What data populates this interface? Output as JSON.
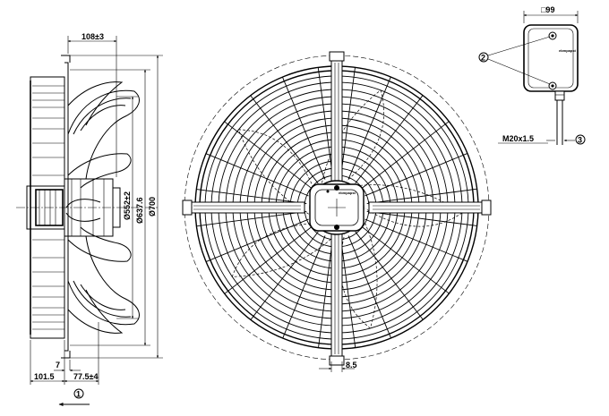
{
  "dimensions": {
    "depth_top": "108±3",
    "dia_552": "Ø552±2",
    "dia_637": "Ø637.6",
    "dia_700": "Ø700",
    "flange_7": "7",
    "depth_1015": "101.5",
    "offset_775": "77.5±4",
    "slot_85": "8.5",
    "box_99": "□99",
    "thread": "M20x1.5"
  },
  "markers": {
    "m1": "1",
    "m2": "2",
    "m3": "3"
  },
  "brand": "ebmpapst"
}
